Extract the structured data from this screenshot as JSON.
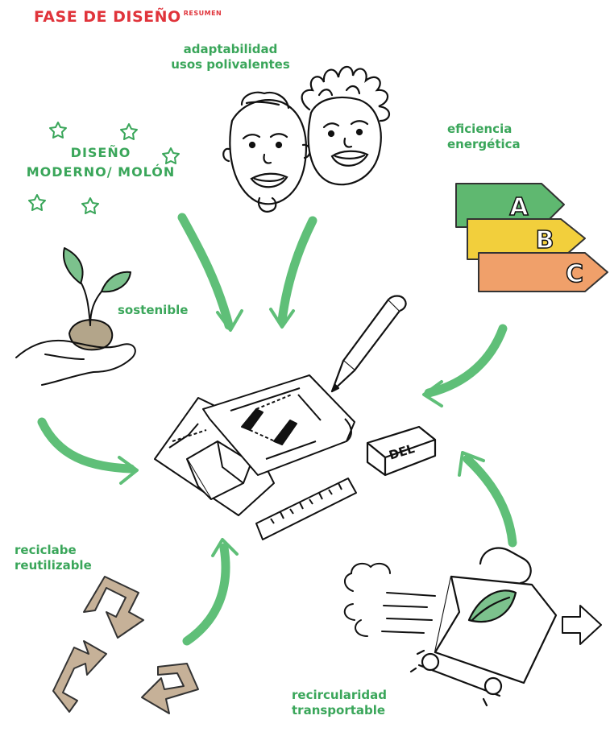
{
  "title": {
    "main": "FASE DE DISEÑO",
    "tag": "RESUMEN"
  },
  "labels": {
    "adaptability": [
      "adaptabilidad",
      "usos polivalentes"
    ],
    "design": [
      "DISEÑO",
      "MODERNO/ MOLÓN"
    ],
    "efficiency": [
      "eficiencia",
      "energética"
    ],
    "sustainable": [
      "sostenible"
    ],
    "recycle": [
      "reciclabe",
      "reutilizable"
    ],
    "circularity": [
      "recircularidad",
      "transportable"
    ]
  },
  "energy_grades": [
    "A",
    "B",
    "C"
  ],
  "eraser_text": "DEL",
  "colors": {
    "accent_green": "#3aa65a",
    "arrow_green": "#5fbf78",
    "title_red": "#e0343b",
    "grade_a": "#5fb870",
    "grade_b": "#f2cf3c",
    "grade_c": "#f0a06a",
    "cardboard": "#c6b198",
    "leaf": "#7cc28d",
    "soil": "#b3a58a"
  }
}
